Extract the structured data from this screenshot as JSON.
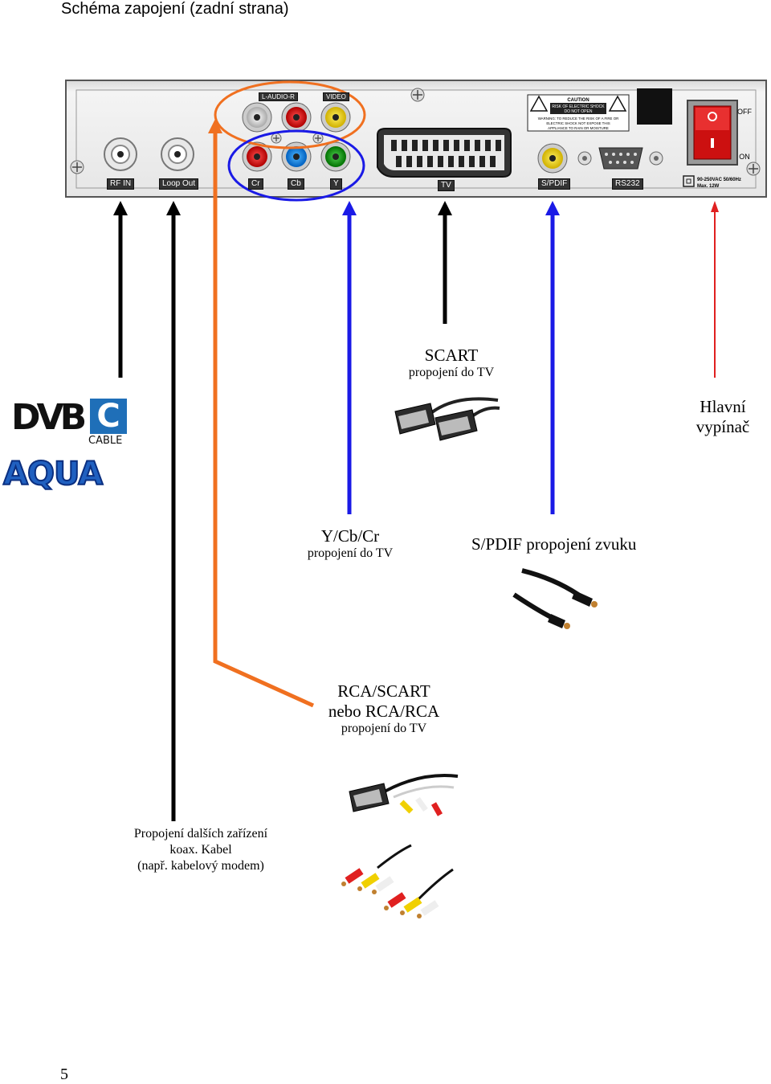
{
  "page": {
    "title": "Schéma zapojení (zadní strana)",
    "page_number": "5"
  },
  "panel": {
    "ports": {
      "rf_in": "RF IN",
      "loop_out": "Loop Out",
      "cr": "Cr",
      "cb": "Cb",
      "y": "Y",
      "l_audio_r": "L-AUDIO-R",
      "video": "VIDEO",
      "tv": "TV",
      "spdif": "S/PDIF",
      "rs232": "RS232"
    },
    "switch_off": "OFF",
    "switch_on": "ON",
    "power_rating_line1": "90-250VAC 50/60Hz",
    "power_rating_line2": "Max. 12W",
    "caution_title": "CAUTION",
    "caution_lines": [
      "RISK OF ELECTRIC SHOCK",
      "DO NOT OPEN"
    ],
    "warning_text": [
      "WARNING: TO REDUCE THE RISK OF A FIRE OR",
      "ELECTRIC SHOCK NOT EXPOSE THIS",
      "APPLIANCE TO RAIN OR MOISTURE"
    ]
  },
  "logos": {
    "dvb_text": "DVB",
    "dvb_c": "C",
    "dvb_cable": "CABLE",
    "aqua": "AQUA"
  },
  "labels": {
    "scart_title": "SCART",
    "scart_sub": "propojení do TV",
    "main_switch_line1": "Hlavní",
    "main_switch_line2": "vypínač",
    "ycbcr_title": "Y/Cb/Cr",
    "ycbcr_sub": "propojení do TV",
    "spdif_label": "S/PDIF propojení zvuku",
    "rca_line1": "RCA/SCART",
    "rca_line2": "nebo RCA/RCA",
    "rca_sub": "propojení do TV",
    "coax_line1": "Propojení dalších zařízení",
    "coax_line2": "koax. Kabel",
    "coax_line3": "(např. kabelový modem)"
  },
  "colors": {
    "orange": "#f07020",
    "blue": "#1a1ae6",
    "red": "#e02020",
    "black": "#000000",
    "panel_bg": "#f2f2f2",
    "dvb_blue": "#1f6fb8",
    "aqua_blue": "#2060c0"
  }
}
